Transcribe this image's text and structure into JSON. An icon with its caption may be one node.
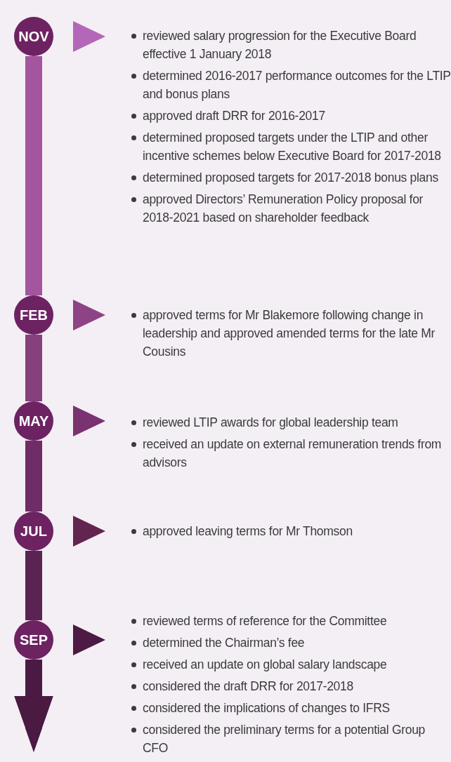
{
  "diagram": {
    "nodes": [
      {
        "text": [
          "NOV"
        ]
      },
      {
        "text": [
          "reviewed salary progression for the Executive Board effective 1 January 2018",
          "determined 2016-2017 performance outcomes for the LTIP and bonus plans",
          "approved draft DRR for 2016-2017",
          "determined proposed targets under the LTIP and other incentive schemes below Executive Board for 2017-2018",
          "determined proposed targets for 2017-2018 bonus plans",
          "approved Directors’ Remuneration Policy proposal for 2018-2021 based on shareholder feedback"
        ]
      },
      {
        "text": [
          "FEB"
        ]
      },
      {
        "text": [
          "approved terms for Mr Blakemore following change in leadership and approved amended terms for the late Mr Cousins"
        ]
      },
      {
        "text": [
          "MAY"
        ]
      },
      {
        "text": [
          "reviewed LTIP awards for global leadership team",
          "received an update on external remuneration trends from advisors"
        ]
      },
      {
        "text": [
          "JUL"
        ]
      },
      {
        "text": [
          "approved leaving terms for Mr Thomson"
        ]
      },
      {
        "text": [
          "SEP"
        ]
      },
      {
        "text": [
          "reviewed terms of reference for the Committee",
          "determined the Chairman’s fee",
          "received an update on global salary landscape",
          "considered the draft DRR for 2017-2018",
          "considered the implications of changes to IFRS",
          "considered the preliminary terms for a potential Group CFO"
        ]
      }
    ],
    "edges": [
      {
        "from": 0,
        "to": 1,
        "arrow": "to",
        "color": "#b467b8"
      },
      {
        "from": 2,
        "to": 3,
        "arrow": "to",
        "color": "#8e4384"
      },
      {
        "from": 4,
        "to": 5,
        "arrow": "to",
        "color": "#7a3270"
      },
      {
        "from": 6,
        "to": 7,
        "arrow": "to",
        "color": "#62254f"
      },
      {
        "from": 8,
        "to": 9,
        "arrow": "to",
        "color": "#4d1a44"
      },
      {
        "from": 0,
        "to": 2,
        "arrow": "none",
        "color": "#a4559f"
      },
      {
        "from": 2,
        "to": 4,
        "arrow": "none",
        "color": "#86407c"
      },
      {
        "from": 4,
        "to": 6,
        "arrow": "none",
        "color": "#6e2d66"
      },
      {
        "from": 6,
        "to": 8,
        "arrow": "none",
        "color": "#5a2352"
      },
      {
        "from": 8,
        "to": null,
        "arrow": "to",
        "color": "#4a1a42"
      }
    ]
  }
}
